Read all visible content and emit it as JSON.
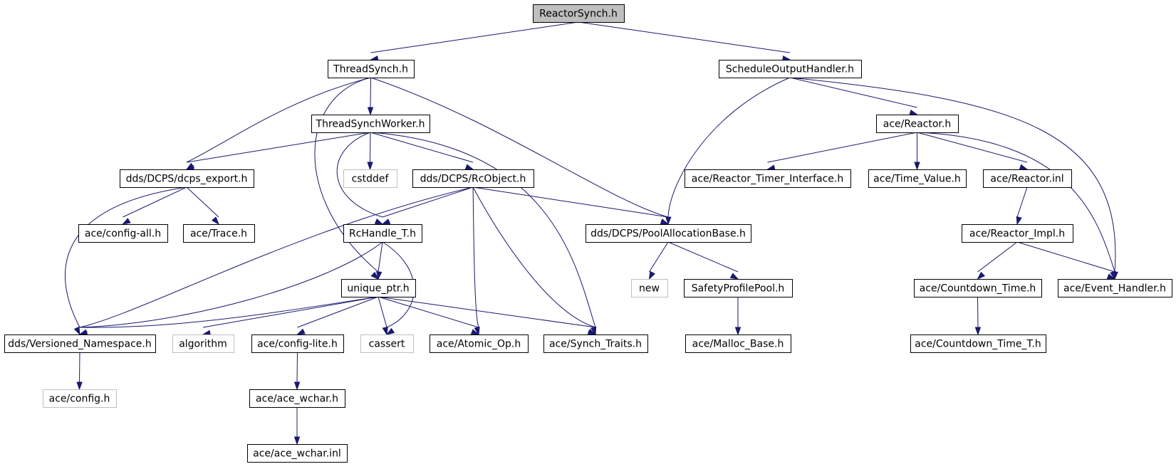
{
  "colors": {
    "edge": "#191970",
    "node_border": "#000000",
    "external_border": "#bfbfbf",
    "root_fill": "#bfbfbf",
    "node_fill": "#ffffff"
  },
  "nodes": [
    {
      "id": "reactorsynch",
      "label": "ReactorSynch.h",
      "kind": "root"
    },
    {
      "id": "threadsynch",
      "label": "ThreadSynch.h",
      "kind": "doc"
    },
    {
      "id": "scheduleoutput",
      "label": "ScheduleOutputHandler.h",
      "kind": "doc"
    },
    {
      "id": "threadsynchworker",
      "label": "ThreadSynchWorker.h",
      "kind": "doc"
    },
    {
      "id": "ace-reactor",
      "label": "ace/Reactor.h",
      "kind": "doc"
    },
    {
      "id": "dcps-export",
      "label": "dds/DCPS/dcps_export.h",
      "kind": "doc"
    },
    {
      "id": "cstddef",
      "label": "cstddef",
      "kind": "external"
    },
    {
      "id": "rcobject",
      "label": "dds/DCPS/RcObject.h",
      "kind": "doc"
    },
    {
      "id": "reactor-timer",
      "label": "ace/Reactor_Timer_Interface.h",
      "kind": "doc"
    },
    {
      "id": "time-value",
      "label": "ace/Time_Value.h",
      "kind": "doc"
    },
    {
      "id": "reactor-inl",
      "label": "ace/Reactor.inl",
      "kind": "doc"
    },
    {
      "id": "config-all",
      "label": "ace/config-all.h",
      "kind": "doc"
    },
    {
      "id": "trace",
      "label": "ace/Trace.h",
      "kind": "doc"
    },
    {
      "id": "rchandle",
      "label": "RcHandle_T.h",
      "kind": "doc"
    },
    {
      "id": "poolalloc",
      "label": "dds/DCPS/PoolAllocationBase.h",
      "kind": "doc"
    },
    {
      "id": "reactor-impl",
      "label": "ace/Reactor_Impl.h",
      "kind": "doc"
    },
    {
      "id": "unique-ptr",
      "label": "unique_ptr.h",
      "kind": "doc"
    },
    {
      "id": "new",
      "label": "new",
      "kind": "external"
    },
    {
      "id": "safetyprofile",
      "label": "SafetyProfilePool.h",
      "kind": "doc"
    },
    {
      "id": "countdown-time",
      "label": "ace/Countdown_Time.h",
      "kind": "doc"
    },
    {
      "id": "event-handler",
      "label": "ace/Event_Handler.h",
      "kind": "doc"
    },
    {
      "id": "versioned-ns",
      "label": "dds/Versioned_Namespace.h",
      "kind": "doc"
    },
    {
      "id": "algorithm",
      "label": "algorithm",
      "kind": "external"
    },
    {
      "id": "config-lite",
      "label": "ace/config-lite.h",
      "kind": "doc"
    },
    {
      "id": "cassert",
      "label": "cassert",
      "kind": "external"
    },
    {
      "id": "atomic-op",
      "label": "ace/Atomic_Op.h",
      "kind": "doc"
    },
    {
      "id": "synch-traits",
      "label": "ace/Synch_Traits.h",
      "kind": "doc"
    },
    {
      "id": "malloc-base",
      "label": "ace/Malloc_Base.h",
      "kind": "doc"
    },
    {
      "id": "countdown-time-t",
      "label": "ace/Countdown_Time_T.h",
      "kind": "doc"
    },
    {
      "id": "config-h",
      "label": "ace/config.h",
      "kind": "external"
    },
    {
      "id": "ace-wchar",
      "label": "ace/ace_wchar.h",
      "kind": "doc"
    },
    {
      "id": "ace-wchar-inl",
      "label": "ace/ace_wchar.inl",
      "kind": "doc"
    }
  ],
  "edges": [
    [
      "reactorsynch",
      "threadsynch"
    ],
    [
      "reactorsynch",
      "scheduleoutput"
    ],
    [
      "threadsynch",
      "dcps-export"
    ],
    [
      "threadsynch",
      "threadsynchworker"
    ],
    [
      "threadsynch",
      "unique-ptr"
    ],
    [
      "threadsynch",
      "poolalloc"
    ],
    [
      "threadsynchworker",
      "dcps-export"
    ],
    [
      "threadsynchworker",
      "cstddef"
    ],
    [
      "threadsynchworker",
      "rcobject"
    ],
    [
      "threadsynchworker",
      "rchandle"
    ],
    [
      "threadsynchworker",
      "synch-traits"
    ],
    [
      "scheduleoutput",
      "poolalloc"
    ],
    [
      "scheduleoutput",
      "ace-reactor"
    ],
    [
      "scheduleoutput",
      "event-handler"
    ],
    [
      "ace-reactor",
      "reactor-timer"
    ],
    [
      "ace-reactor",
      "time-value"
    ],
    [
      "ace-reactor",
      "reactor-inl"
    ],
    [
      "ace-reactor",
      "event-handler"
    ],
    [
      "reactor-inl",
      "reactor-impl"
    ],
    [
      "reactor-impl",
      "countdown-time"
    ],
    [
      "reactor-impl",
      "event-handler"
    ],
    [
      "countdown-time",
      "countdown-time-t"
    ],
    [
      "dcps-export",
      "versioned-ns"
    ],
    [
      "dcps-export",
      "config-all"
    ],
    [
      "dcps-export",
      "trace"
    ],
    [
      "rcobject",
      "versioned-ns"
    ],
    [
      "rcobject",
      "rchandle"
    ],
    [
      "rcobject",
      "atomic-op"
    ],
    [
      "rcobject",
      "synch-traits"
    ],
    [
      "rcobject",
      "poolalloc"
    ],
    [
      "rchandle",
      "versioned-ns"
    ],
    [
      "rchandle",
      "unique-ptr"
    ],
    [
      "rchandle",
      "cassert"
    ],
    [
      "poolalloc",
      "new"
    ],
    [
      "poolalloc",
      "safetyprofile"
    ],
    [
      "safetyprofile",
      "malloc-base"
    ],
    [
      "unique-ptr",
      "versioned-ns"
    ],
    [
      "unique-ptr",
      "algorithm"
    ],
    [
      "unique-ptr",
      "config-lite"
    ],
    [
      "unique-ptr",
      "cassert"
    ],
    [
      "unique-ptr",
      "atomic-op"
    ],
    [
      "unique-ptr",
      "synch-traits"
    ],
    [
      "versioned-ns",
      "config-h"
    ],
    [
      "config-lite",
      "ace-wchar"
    ],
    [
      "ace-wchar",
      "ace-wchar-inl"
    ]
  ]
}
